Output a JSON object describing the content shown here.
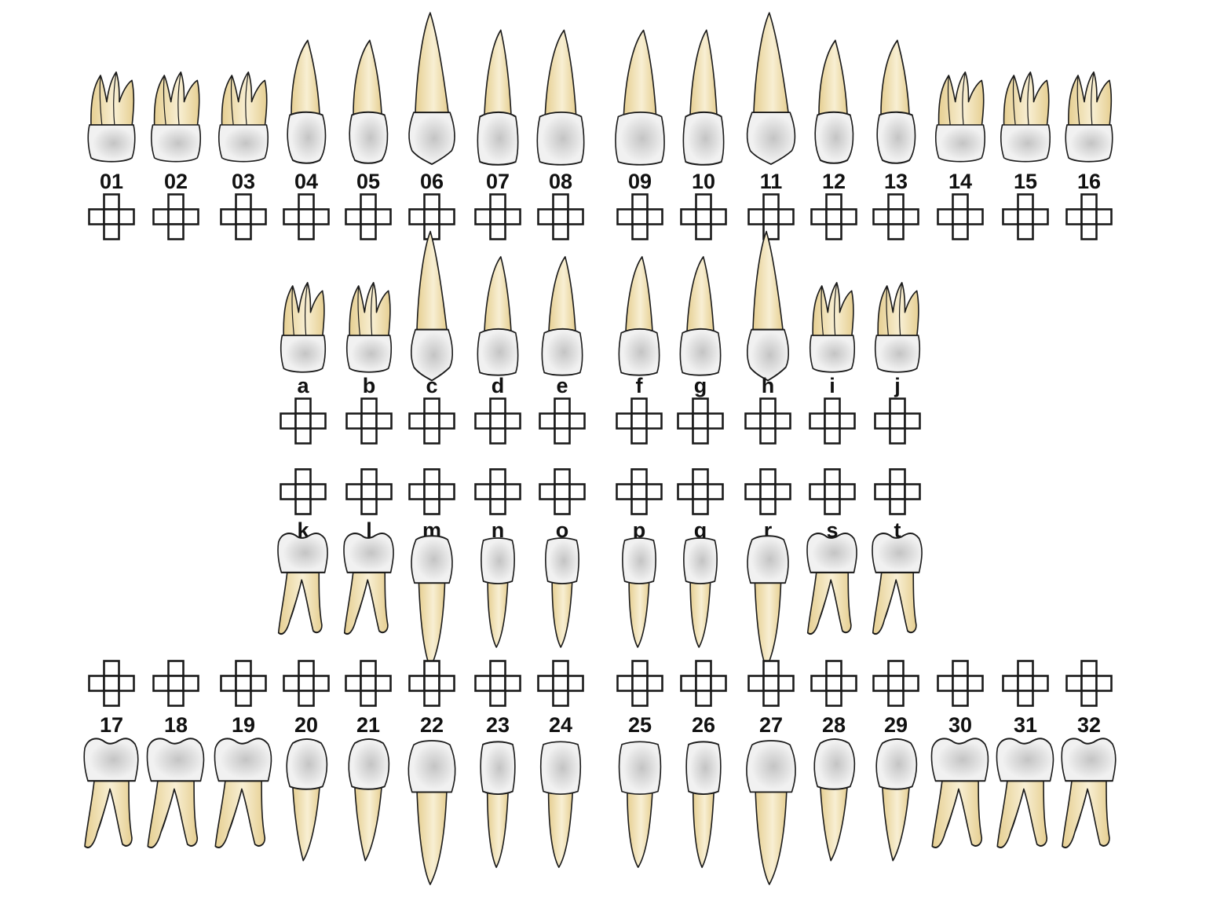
{
  "colors": {
    "root": "#ecd9a4",
    "root_highlight": "#f8efd3",
    "crown": "#f1f1f1",
    "crown_shade": "#c4c4c4",
    "outline": "#1a1a1a",
    "label": "#111111"
  },
  "rows": {
    "upper_permanent": {
      "labels": [
        "01",
        "02",
        "03",
        "04",
        "05",
        "06",
        "07",
        "08",
        "09",
        "10",
        "11",
        "12",
        "13",
        "14",
        "15",
        "16"
      ],
      "types": [
        "molar3",
        "molar3",
        "molar3",
        "premolar",
        "premolar",
        "canine",
        "incisor",
        "incisor",
        "incisor",
        "incisor",
        "canine",
        "premolar",
        "premolar",
        "molar3",
        "molar3",
        "molar3"
      ]
    },
    "upper_primary": {
      "labels": [
        "a",
        "b",
        "c",
        "d",
        "e",
        "f",
        "g",
        "h",
        "i",
        "j"
      ],
      "types": [
        "molar3",
        "molar3",
        "canine",
        "incisor",
        "incisor",
        "incisor",
        "incisor",
        "canine",
        "molar3",
        "molar3"
      ]
    },
    "lower_primary": {
      "labels": [
        "k",
        "l",
        "m",
        "n",
        "o",
        "p",
        "q",
        "r",
        "s",
        "t"
      ],
      "types": [
        "lmolar",
        "lmolar",
        "lcanine",
        "lincisor",
        "lincisor",
        "lincisor",
        "lincisor",
        "lcanine",
        "lmolar",
        "lmolar"
      ]
    },
    "lower_permanent": {
      "labels": [
        "17",
        "18",
        "19",
        "20",
        "21",
        "22",
        "23",
        "24",
        "25",
        "26",
        "27",
        "28",
        "29",
        "30",
        "31",
        "32"
      ],
      "types": [
        "lmolar",
        "lmolar",
        "lmolar",
        "lpremolar",
        "lpremolar",
        "lcanine",
        "lincisor",
        "lincisor",
        "lincisor",
        "lincisor",
        "lcanine",
        "lpremolar",
        "lpremolar",
        "lmolar",
        "lmolar",
        "lmolar"
      ]
    }
  }
}
